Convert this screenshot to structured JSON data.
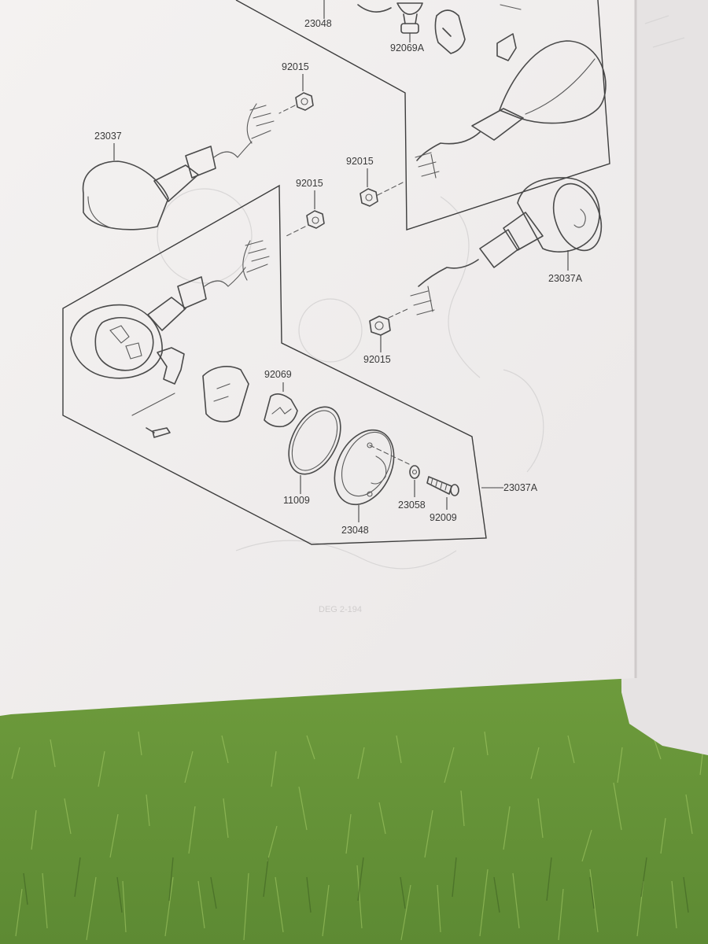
{
  "diagram": {
    "part_labels": {
      "top_lens": "23048",
      "top_bulb": "92069A",
      "nut_upper": "92015",
      "signal_left": "23037",
      "nut_mid_right": "92015",
      "nut_mid_left": "92015",
      "signal_right": "23037A",
      "nut_lower_right": "92015",
      "bulb": "92069",
      "gasket": "11009",
      "lens": "23048",
      "washer": "23058",
      "screw": "92009",
      "assembly": "23037A"
    }
  },
  "colors": {
    "paper": "#f3f1f0",
    "ink": "#4a4a4a",
    "grass": "#6f9a3c"
  }
}
